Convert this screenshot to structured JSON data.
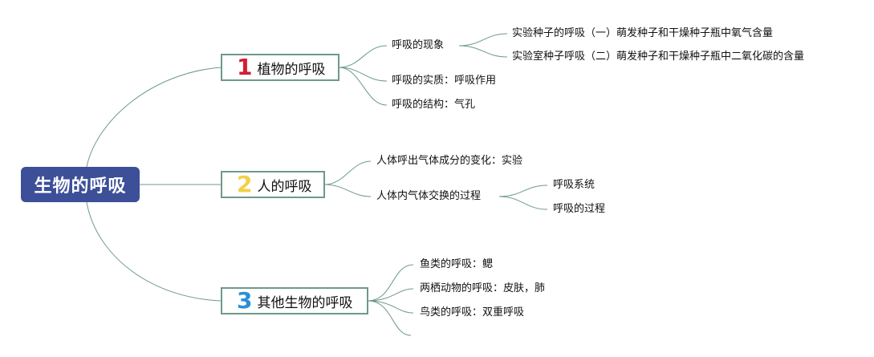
{
  "root": {
    "label": "生物的呼吸"
  },
  "colors": {
    "root_bg": "#3c4f98",
    "line": "#6d9a8a",
    "num1": "#d21f32",
    "num2": "#f2d046",
    "num3": "#2a8fd6"
  },
  "branches": [
    {
      "number": "1",
      "label": "植物的呼吸",
      "children": [
        {
          "label": "呼吸的现象",
          "children": [
            {
              "label": "实验种子的呼吸（一）萌发种子和干燥种子瓶中氧气含量"
            },
            {
              "label": "实验室种子呼吸（二）萌发种子和干燥种子瓶中二氧化碳的含量"
            }
          ]
        },
        {
          "label": "呼吸的实质：呼吸作用"
        },
        {
          "label": "呼吸的结构：气孔"
        }
      ]
    },
    {
      "number": "2",
      "label": "人的呼吸",
      "children": [
        {
          "label": "人体呼出气体成分的变化：实验"
        },
        {
          "label": "人体内气体交换的过程",
          "children": [
            {
              "label": "呼吸系统"
            },
            {
              "label": "呼吸的过程"
            }
          ]
        }
      ]
    },
    {
      "number": "3",
      "label": "其他生物的呼吸",
      "children": [
        {
          "label": "鱼类的呼吸：鳃"
        },
        {
          "label": "两栖动物的呼吸：皮肤，肺"
        },
        {
          "label": "鸟类的呼吸：双重呼吸"
        }
      ]
    }
  ]
}
